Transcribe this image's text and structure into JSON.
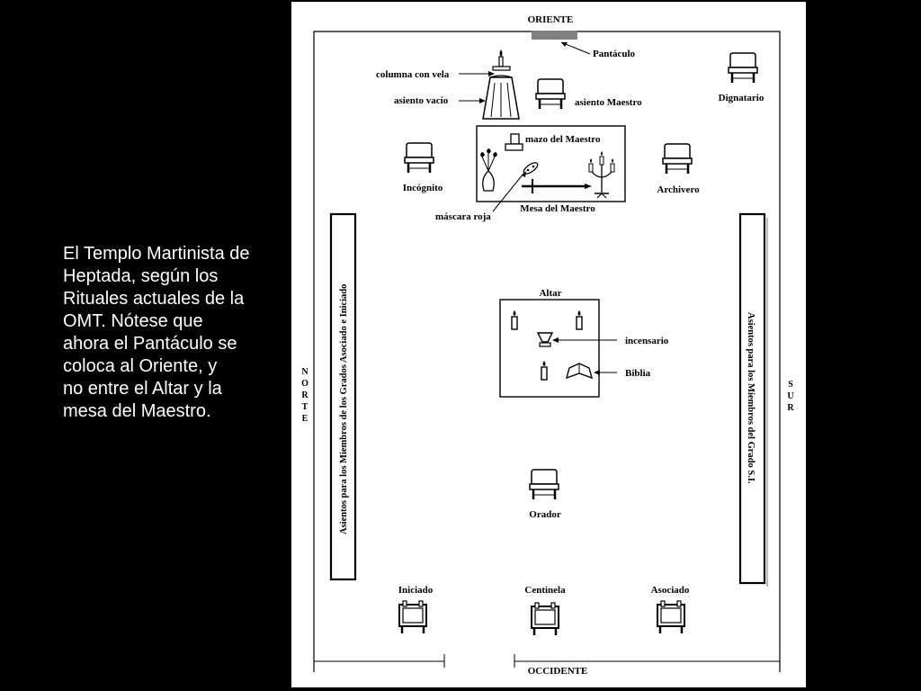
{
  "caption": {
    "lines": [
      "El Templo Martinista de",
      "Heptada, según los",
      "Rituales actuales de la",
      "OMT. Nótese que",
      "ahora el Pantáculo se",
      "coloca al Oriente, y",
      "no entre el Altar y la",
      "mesa del Maestro."
    ]
  },
  "plan": {
    "oriente": "ORIENTE",
    "occidente": "OCCIDENTE",
    "norte": [
      "N",
      "O",
      "R",
      "T",
      "E"
    ],
    "sur": [
      "S",
      "U",
      "R"
    ],
    "labels": {
      "pantaculo": "Pantáculo",
      "columna_con_vela": "columna con vela",
      "asiento_vacio": "asiento vacío",
      "asiento_maestro": "asiento Maestro",
      "dignatario": "Dignatario",
      "mazo_del_maestro": "mazo del Maestro",
      "incognito": "Incógnito",
      "archivero": "Archivero",
      "mascara_roja": "máscara roja",
      "mesa_del_maestro": "Mesa del Maestro",
      "altar": "Altar",
      "incensario": "incensario",
      "biblia": "Biblia",
      "orador": "Orador",
      "iniciado": "Iniciado",
      "centinela": "Centinela",
      "asociado": "Asociado"
    },
    "bench_norte": "Asientos para los Miembros de los Grados Asociado e Iniciado",
    "bench_sur": "Asientos para los Miembros del Grado S.I."
  }
}
